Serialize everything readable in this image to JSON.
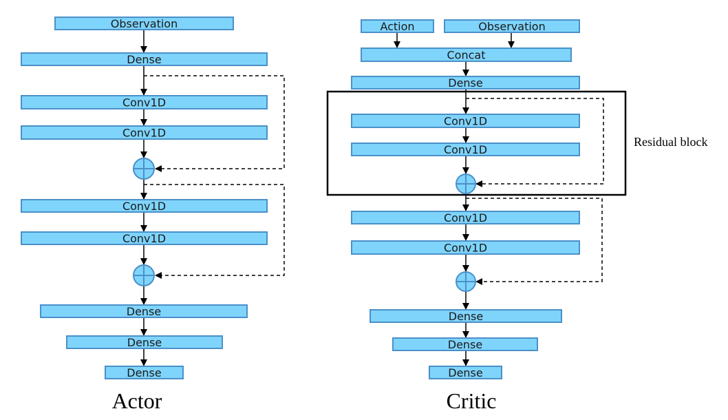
{
  "colors": {
    "layer_fill": "#7fd4fb",
    "layer_stroke": "#4a90c8",
    "add_fill": "#7fd4fb",
    "add_stroke": "#4a90c8",
    "arrow": "#000000"
  },
  "actor": {
    "caption": "Actor",
    "layers": [
      {
        "label": "Observation"
      },
      {
        "label": "Dense"
      },
      {
        "label": "Conv1D"
      },
      {
        "label": "Conv1D"
      },
      {
        "label": "Conv1D"
      },
      {
        "label": "Conv1D"
      },
      {
        "label": "Dense"
      },
      {
        "label": "Dense"
      },
      {
        "label": "Dense"
      }
    ],
    "add_nodes": 2
  },
  "critic": {
    "caption": "Critic",
    "annotation": "Residual block",
    "layers": [
      {
        "label": "Action"
      },
      {
        "label": "Observation"
      },
      {
        "label": "Concat"
      },
      {
        "label": "Dense"
      },
      {
        "label": "Conv1D"
      },
      {
        "label": "Conv1D"
      },
      {
        "label": "Conv1D"
      },
      {
        "label": "Conv1D"
      },
      {
        "label": "Dense"
      },
      {
        "label": "Dense"
      },
      {
        "label": "Dense"
      }
    ],
    "add_nodes": 2
  },
  "icons": {
    "add": "circled-plus-icon"
  }
}
